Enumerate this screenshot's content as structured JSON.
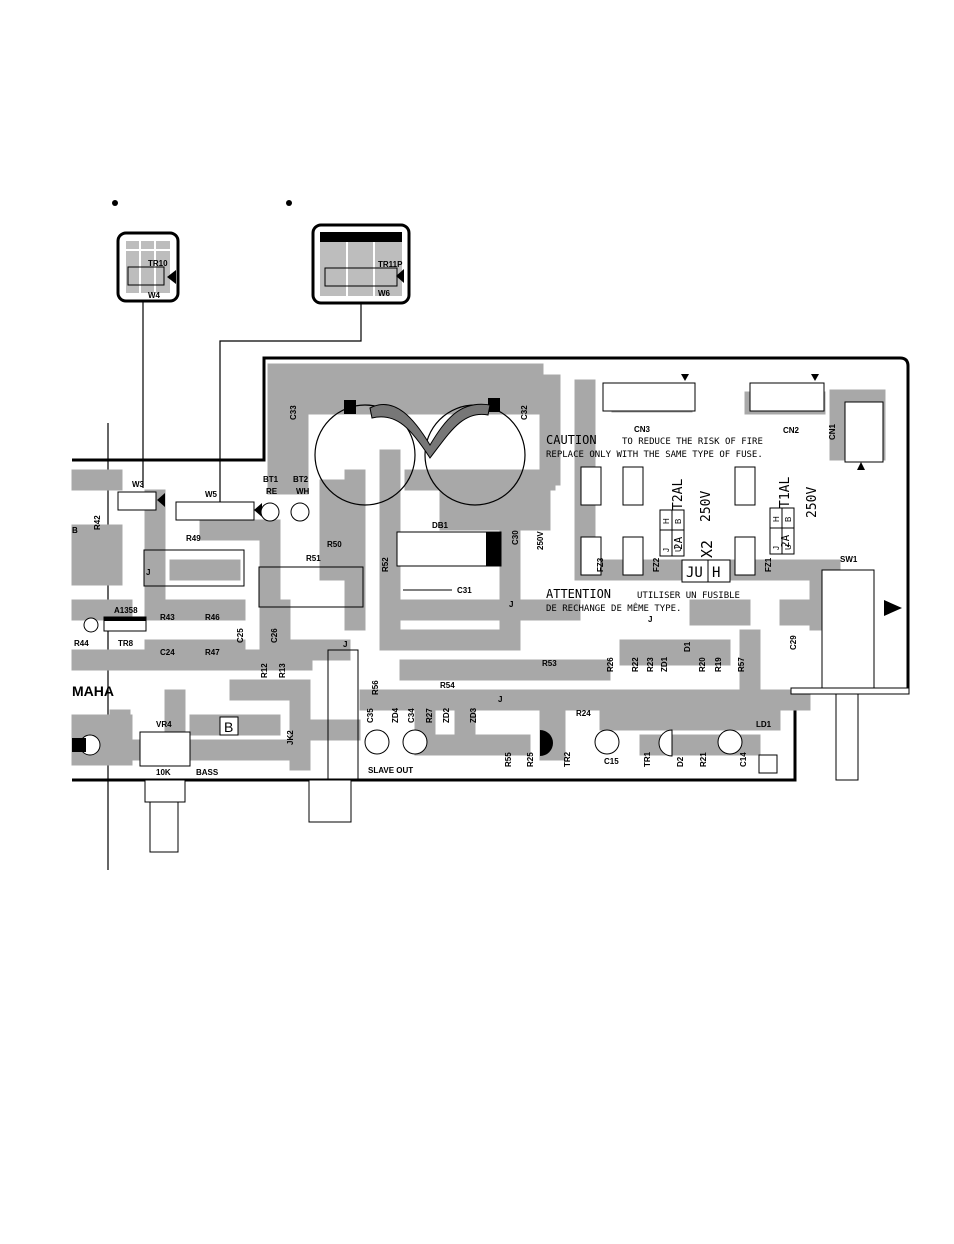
{
  "connectors": {
    "top_left": {
      "label": "TR10",
      "wire": "W4"
    },
    "top_right": {
      "label": "TR11P",
      "wire": "W6"
    }
  },
  "board": {
    "brand": "MAHA",
    "components": {
      "c33": "C33",
      "c32": "C32",
      "cn3": "CN3",
      "cn2": "CN2",
      "cn1": "CN1",
      "db1": "DB1",
      "c30": "C30",
      "c30_v": "250V",
      "c31": "C31",
      "fz1": "FZ1",
      "fz2": "FZ2",
      "fz3": "FZ3",
      "sw1": "SW1",
      "c29": "C29",
      "w3": "W3",
      "w5": "W5",
      "bt1": "BT1",
      "bt2": "BT2",
      "re": "RE",
      "wh": "WH",
      "r42": "R42",
      "r49": "R49",
      "r50": "R50",
      "r51": "R51",
      "r52": "R52",
      "a1358": "A1358",
      "tr8": "TR8",
      "r43": "R43",
      "r46": "R46",
      "r44": "R44",
      "c24": "C24",
      "r47": "R47",
      "c25": "C25",
      "c26": "C26",
      "r12": "R12",
      "r13": "R13",
      "r53": "R53",
      "r54": "R54",
      "r56": "R56",
      "r24": "R24",
      "r26": "R26",
      "r22": "R22",
      "r23": "R23",
      "zd1": "ZD1",
      "d1": "D1",
      "r20": "R20",
      "r19": "R19",
      "r57": "R57",
      "ld1": "LD1",
      "c35": "C35",
      "zd4": "ZD4",
      "c34": "C34",
      "r27": "R27",
      "zd2": "ZD2",
      "zd3": "ZD3",
      "r55": "R55",
      "r25": "R25",
      "tr2": "TR2",
      "c15": "C15",
      "tr1": "TR1",
      "d2": "D2",
      "r21": "R21",
      "c14": "C14",
      "jk2": "JK2",
      "vr4": "VR4",
      "vr4_val": "10K",
      "bass": "BASS",
      "slave_out": "SLAVE OUT",
      "b_mark": "B",
      "j": "J",
      "b_letter": "B"
    },
    "caution_title": "CAUTION",
    "caution_line1": "TO REDUCE THE RISK OF FIRE",
    "caution_line2": "REPLACE ONLY WITH THE SAME TYPE OF FUSE.",
    "attention_title": "ATTENTION",
    "attention_line1": "UTILISER UN FUSIBLE",
    "attention_line2": "DE RECHANGE DE MÊME TYPE.",
    "fuse_a": {
      "type": "T2AL",
      "rating": "2A",
      "voltage": "250V",
      "h": "H",
      "b": "B",
      "j": "J",
      "u": "U"
    },
    "fuse_b": {
      "type": "T1AL",
      "rating": "2A",
      "voltage": "250V",
      "h": "H",
      "b": "B",
      "j": "J",
      "u": "U"
    },
    "x2": "X2",
    "region_j": "JU",
    "region_h": "H"
  }
}
